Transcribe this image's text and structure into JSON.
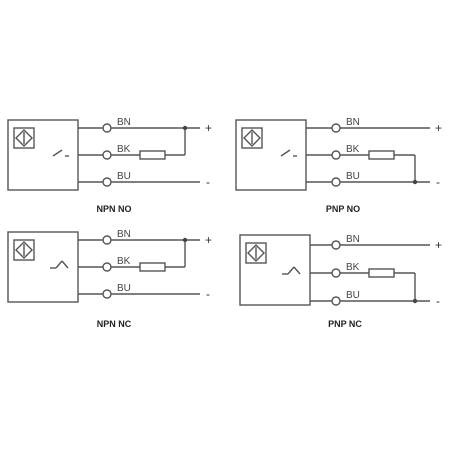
{
  "wire_labels": {
    "brown": "BN",
    "black": "BK",
    "blue": "BU"
  },
  "signs": {
    "positive": "+",
    "negative": "-"
  },
  "diagrams": [
    {
      "caption": "NPN NO",
      "switch_state": "open",
      "load_to": "positive"
    },
    {
      "caption": "PNP NO",
      "switch_state": "open",
      "load_to": "negative"
    },
    {
      "caption": "NPN NC",
      "switch_state": "closed",
      "load_to": "positive"
    },
    {
      "caption": "PNP NC",
      "switch_state": "closed",
      "load_to": "negative"
    }
  ],
  "colors": {
    "line": "#555555",
    "text": "#333333"
  }
}
